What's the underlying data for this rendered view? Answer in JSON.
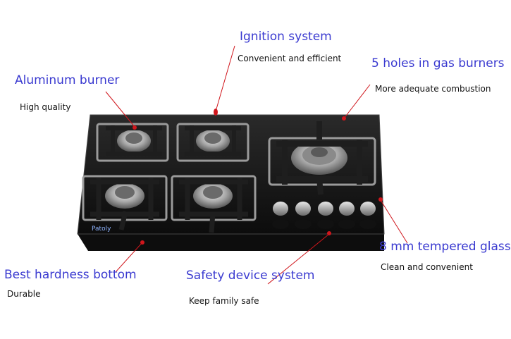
{
  "brand": "Patoly",
  "colors": {
    "title_text": "#3a3ad0",
    "callout_line": "#d0161c",
    "glass": "#1a1a1a",
    "grate": "#1e1e1e",
    "metal": "#b8b8b8"
  },
  "callouts": {
    "ignition": {
      "title": "Ignition system",
      "desc": "Convenient and efficient"
    },
    "burner_holes": {
      "title": "5 holes in gas burners",
      "desc": "More adequate combustion"
    },
    "aluminum": {
      "title": "Aluminum burner",
      "desc": "High quality"
    },
    "glass": {
      "title": "8 mm tempered glass",
      "desc": "Clean and convenient"
    },
    "bottom": {
      "title": "Best hardness bottom",
      "desc": "Durable"
    },
    "safety": {
      "title": "Safety device system",
      "desc": "Keep family safe"
    }
  },
  "knobs_count": 5
}
